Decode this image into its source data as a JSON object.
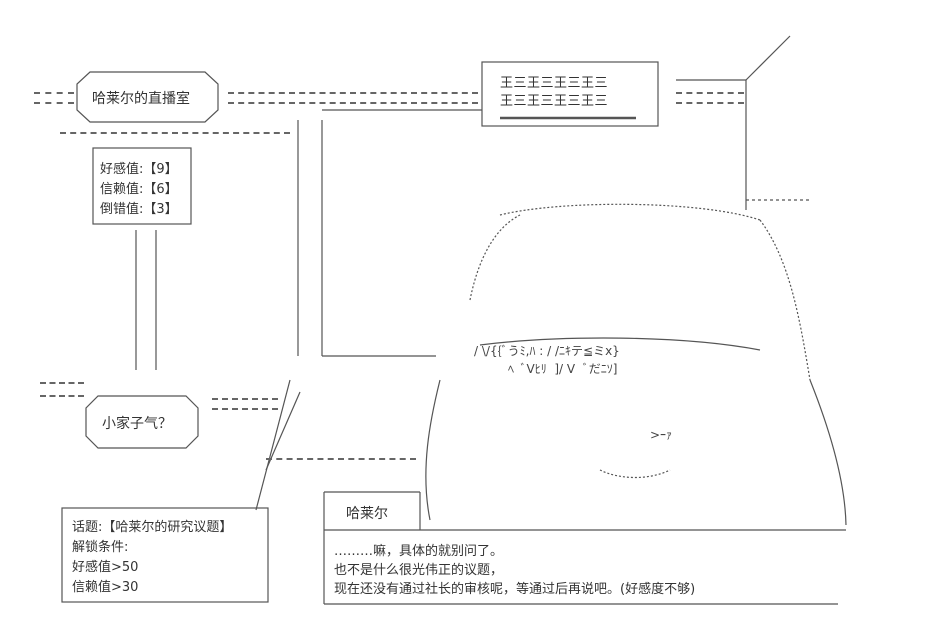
{
  "title_panel": {
    "title": "哈莱尔的直播室",
    "stats": [
      {
        "label": "好感值:【9】"
      },
      {
        "label": "信赖值:【6】"
      },
      {
        "label": "倒错值:【3】"
      }
    ]
  },
  "bottom_left_tag": "小家子气？",
  "top_sign_text": "王三王三王三王三",
  "topic_box": {
    "lines": [
      "话题:【哈莱尔的研究议题】",
      "解锁条件:",
      "好感值>50",
      "信赖值>30"
    ]
  },
  "dialogue": {
    "speaker": "哈莱尔",
    "lines": [
      "………嘛，具体的就别问了。",
      "也不是什么很光伟正的议题，",
      "现在还没有通过社长的审核呢，等通过后再说吧。(好感度不够)"
    ]
  },
  "art_text": {
    "face_eyes": "/ \\/{{ﾞうﾐ,ﾊ : / /ﾆｷテ≦ミx}",
    "face_mid": "ﾍ  ﾞVﾋﾘ  ]/ V  ﾞだﾆｿ]",
    "face_mouth": ">ｰｧ"
  }
}
